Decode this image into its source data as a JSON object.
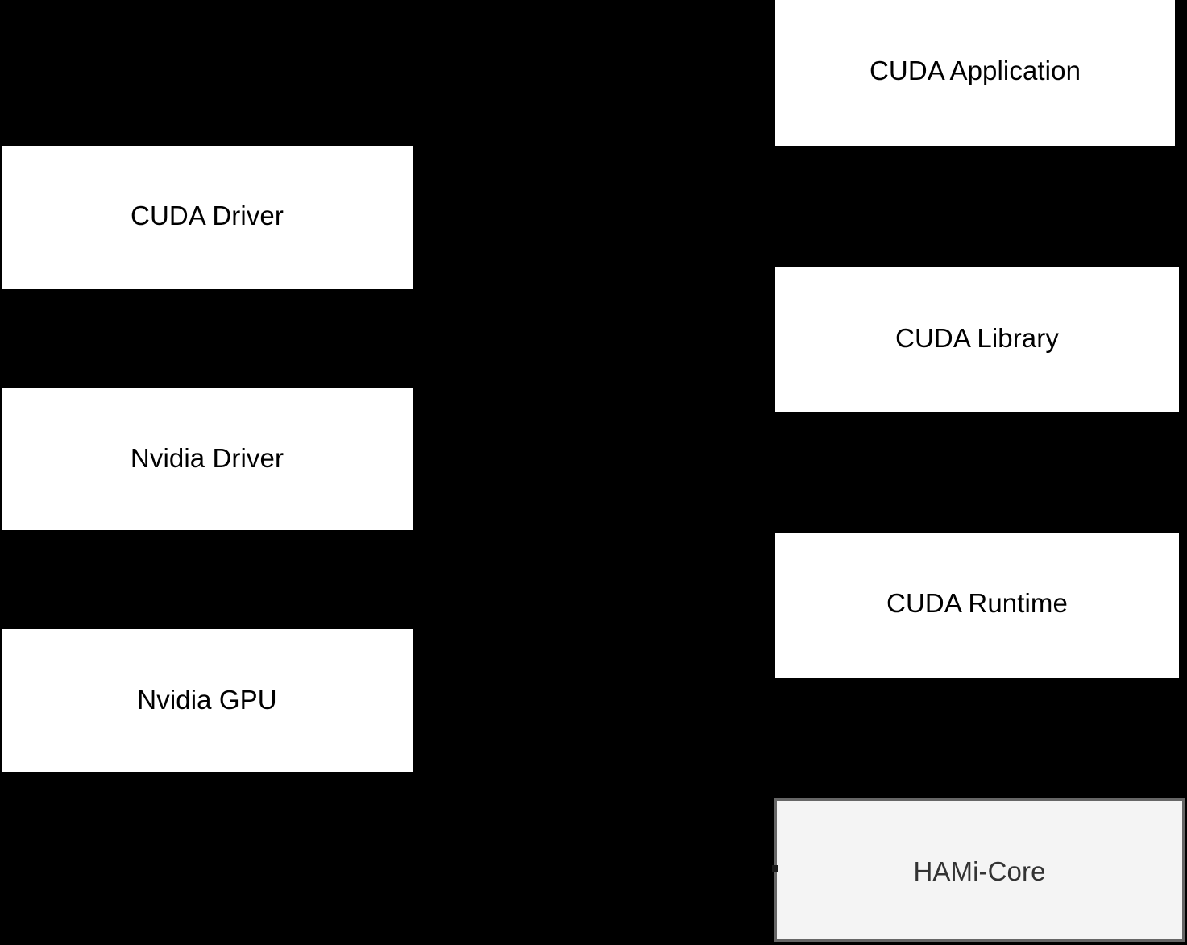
{
  "diagram": {
    "background_color": "#000000",
    "nodes": [
      {
        "id": "cuda-application",
        "label": "CUDA Application",
        "column": "right",
        "fill": "#ffffff",
        "text_color": "#000000"
      },
      {
        "id": "cuda-library",
        "label": "CUDA Library",
        "column": "right",
        "fill": "#ffffff",
        "text_color": "#000000"
      },
      {
        "id": "cuda-runtime",
        "label": "CUDA Runtime",
        "column": "right",
        "fill": "#ffffff",
        "text_color": "#000000"
      },
      {
        "id": "hami-core",
        "label": "HAMi-Core",
        "column": "right",
        "fill": "#f4f4f4",
        "stroke": "#666666",
        "text_color": "#333333"
      },
      {
        "id": "cuda-driver",
        "label": "CUDA Driver",
        "column": "left",
        "fill": "#ffffff",
        "text_color": "#000000"
      },
      {
        "id": "nvidia-driver",
        "label": "Nvidia Driver",
        "column": "left",
        "fill": "#ffffff",
        "text_color": "#000000"
      },
      {
        "id": "nvidia-gpu",
        "label": "Nvidia GPU",
        "column": "left",
        "fill": "#ffffff",
        "text_color": "#000000"
      }
    ]
  }
}
